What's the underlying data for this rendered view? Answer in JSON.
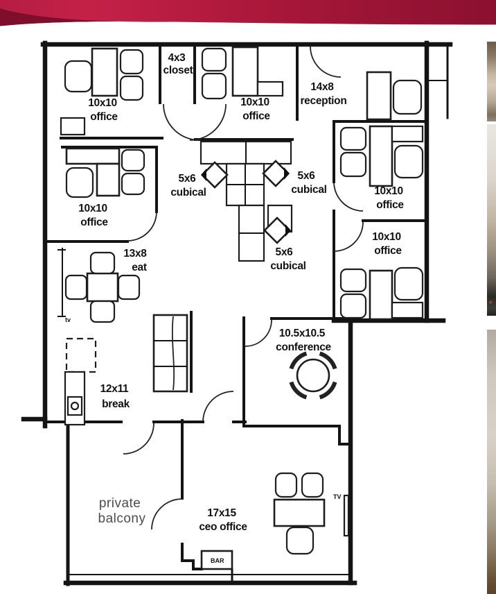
{
  "colors": {
    "banner_crimson": "#c52147",
    "banner_maroon": "#8b1030",
    "banner_swoosh": "#7e0e2c",
    "plan_ink": "#141414",
    "balcony_text": "#4c4c4c",
    "paper": "#ffffff"
  },
  "floorplan": {
    "rooms": {
      "office_nw": {
        "size": "10x10",
        "name": "office"
      },
      "closet": {
        "size": "4x3",
        "name": "closet"
      },
      "office_n": {
        "size": "10x10",
        "name": "office"
      },
      "reception": {
        "size": "14x8",
        "name": "reception"
      },
      "office_w": {
        "size": "10x10",
        "name": "office"
      },
      "office_e_upper": {
        "size": "10x10",
        "name": "office"
      },
      "office_e_lower": {
        "size": "10x10",
        "name": "office"
      },
      "cubical_left": {
        "size": "5x6",
        "name": "cubical"
      },
      "cubical_right": {
        "size": "5x6",
        "name": "cubical"
      },
      "cubical_bottom": {
        "size": "5x6",
        "name": "cubical"
      },
      "eat": {
        "size": "13x8",
        "name": "eat"
      },
      "conference": {
        "size": "10.5x10.5",
        "name": "conference"
      },
      "break_room": {
        "size": "12x11",
        "name": "break"
      },
      "balcony": {
        "size": "private",
        "name": "balcony"
      },
      "ceo_office": {
        "size": "17x15",
        "name": "ceo office"
      }
    },
    "fixtures": {
      "bar": "BAR",
      "tv_break": "tv",
      "tv_ceo": "TV"
    }
  },
  "sidebar": {
    "thumbnails": [
      {
        "name": "interior-photo"
      },
      {
        "name": "building-exterior-photo"
      },
      {
        "name": "interior-photo-2"
      }
    ]
  }
}
